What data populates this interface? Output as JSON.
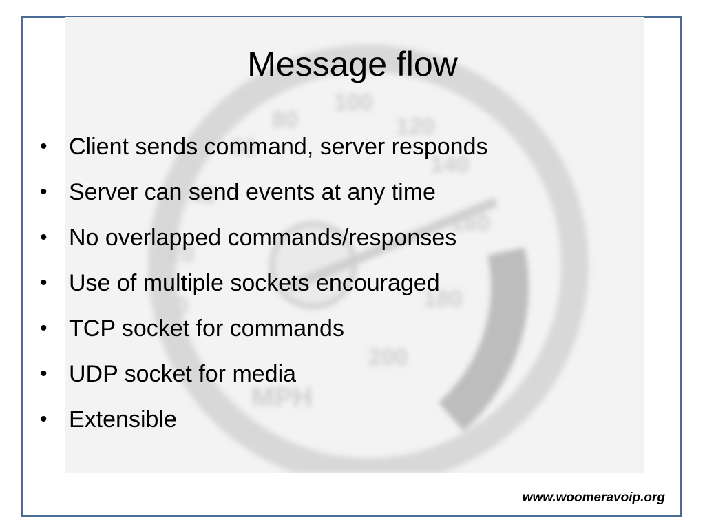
{
  "slide": {
    "title": "Message flow",
    "bullets": [
      {
        "text": "Client sends command, server responds"
      },
      {
        "text": "Server can send events at any time"
      },
      {
        "text": "No overlapped commands/responses"
      },
      {
        "text": "Use of multiple sockets encouraged"
      },
      {
        "text": "TCP socket for commands"
      },
      {
        "text": "UDP socket for media"
      },
      {
        "text": "Extensible"
      }
    ],
    "bullet_symbol": "•",
    "footer_url": "www.woomeravoip.org"
  },
  "background": {
    "description_icon": "speedometer-icon",
    "gauge_labels": [
      "0",
      "20",
      "40",
      "60",
      "80",
      "100",
      "120",
      "140",
      "160",
      "180",
      "200"
    ],
    "unit_label": "MPH"
  },
  "colors": {
    "frame_border": "#4a6b94",
    "text": "#000000",
    "background_panel": "#f3f3f3"
  }
}
